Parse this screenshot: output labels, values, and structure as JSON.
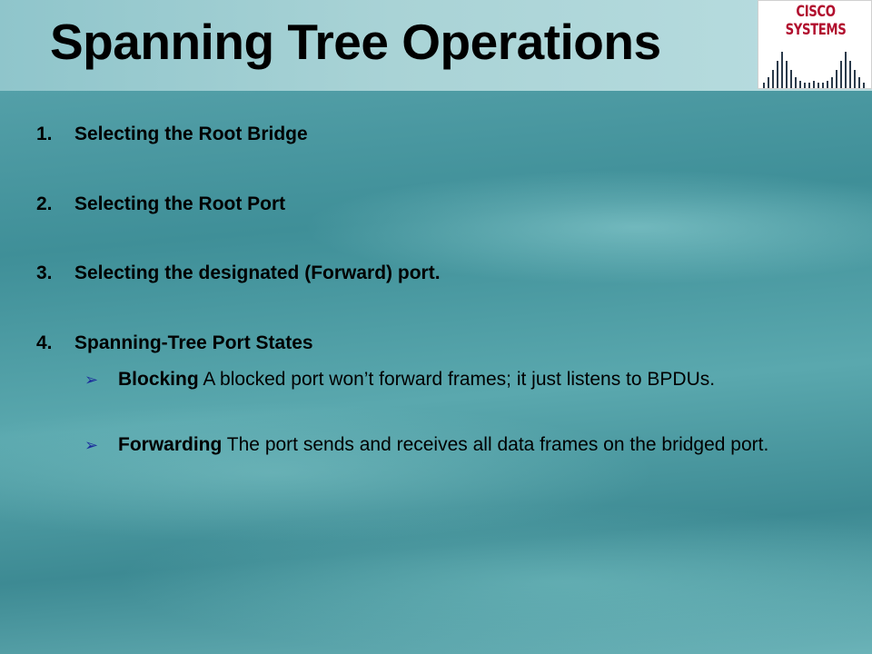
{
  "slide": {
    "title": "Spanning Tree Operations",
    "logo_text": "Cisco Systems",
    "items": [
      {
        "number": "1.",
        "label": "Selecting the Root Bridge"
      },
      {
        "number": "2.",
        "label": "Selecting the Root Port"
      },
      {
        "number": "3.",
        "label": "Selecting the designated (Forward) port."
      },
      {
        "number": "4.",
        "label": "Spanning-Tree Port States"
      }
    ],
    "sub_items": [
      {
        "term": "Blocking",
        "text": " A blocked port won’t forward frames; it just listens to BPDUs."
      },
      {
        "term": "Forwarding",
        "text": " The port sends and receives all data frames on the bridged port."
      }
    ]
  },
  "colors": {
    "logo_red": "#b10f2e",
    "arrow_blue": "#1c2f9c"
  },
  "icons": {
    "bullet": "arrow-bullet-icon",
    "logo": "cisco-bridge-logo"
  }
}
